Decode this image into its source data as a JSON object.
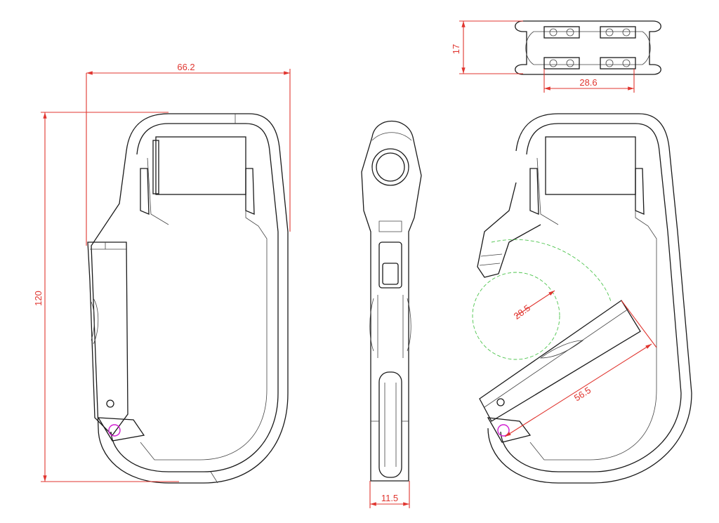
{
  "dimensions": {
    "width_overall": "66.2",
    "height_overall": "120",
    "pulley_height": "17",
    "pulley_width": "28.6",
    "side_thickness": "11.5",
    "gate_swing_radius": "28.5",
    "gate_length": "56.5"
  },
  "colors": {
    "dimension": "#e0352f",
    "construction": "#4cc44c",
    "marker": "#d21fd2",
    "outline": "#1a1a1a"
  }
}
